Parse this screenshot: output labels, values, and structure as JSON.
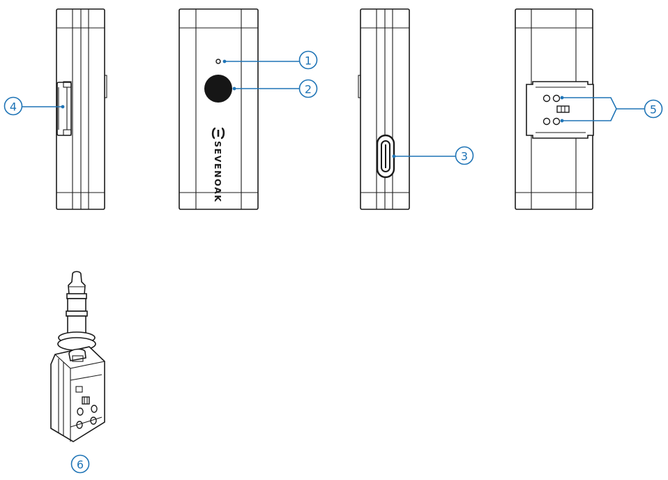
{
  "accent_color": "#1f74b6",
  "brand": {
    "logo_text": "SEVENOAK"
  },
  "callouts": [
    {
      "id": "1",
      "label": "①"
    },
    {
      "id": "2",
      "label": "②"
    },
    {
      "id": "3",
      "label": "③"
    },
    {
      "id": "4",
      "label": "④"
    },
    {
      "id": "5",
      "label": "⑤"
    },
    {
      "id": "6",
      "label": "⑥"
    }
  ],
  "icons": {
    "indicator_led": "indicator-led-icon",
    "power_button": "power-button-icon",
    "usb_c_port": "usb-c-port-icon",
    "side_clip": "side-clip-icon",
    "pogo_contacts": "pogo-contact-pins-icon",
    "jack_adapter": "trs-jack-adapter-icon"
  }
}
